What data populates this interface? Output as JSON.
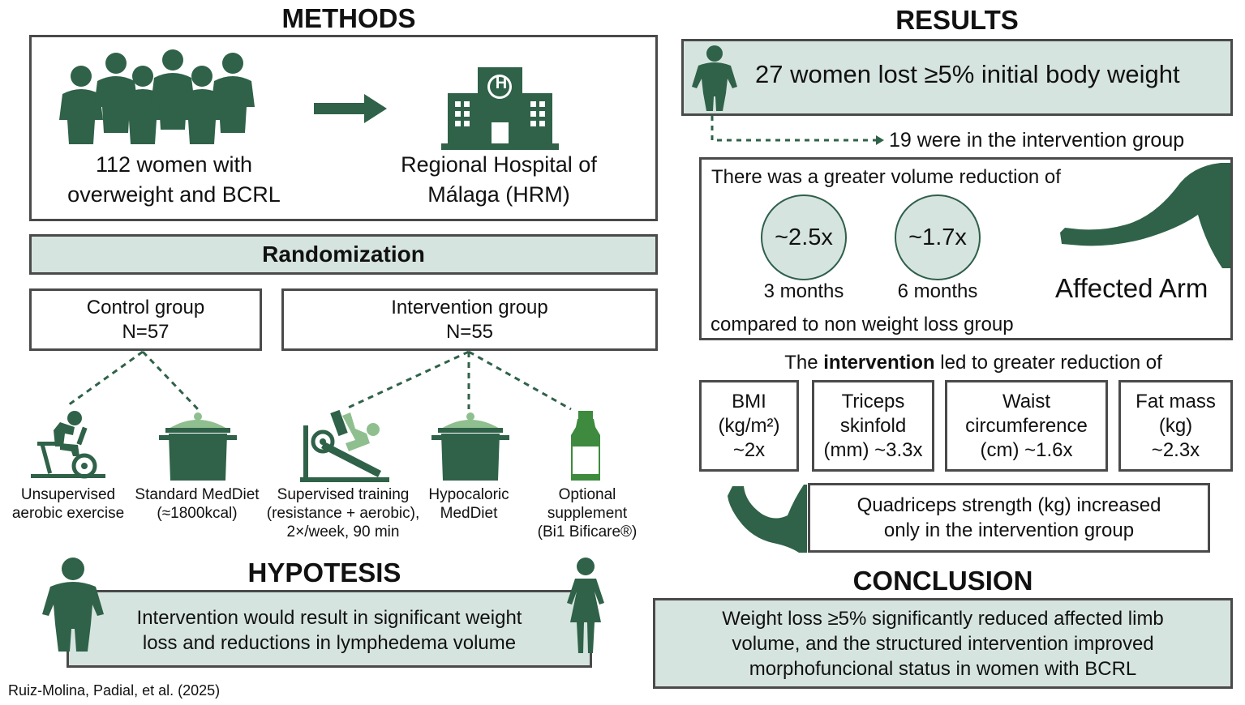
{
  "methods": {
    "title": "METHODS",
    "women_line1": "112 women with",
    "women_line2": "overweight and BCRL",
    "hospital_line1": "Regional Hospital of",
    "hospital_line2": "Málaga (HRM)",
    "hospital_letter": "H",
    "randomization": "Randomization",
    "control": {
      "line1": "Control group",
      "line2": "N=57"
    },
    "intervention": {
      "line1": "Intervention group",
      "line2": "N=55"
    },
    "items": [
      {
        "icon": "stationary-bike-icon",
        "lines": [
          "Unsupervised",
          "aerobic exercise"
        ]
      },
      {
        "icon": "cooking-pot-icon",
        "lines": [
          "Standard MedDiet",
          "(≈1800kcal)"
        ]
      },
      {
        "icon": "leg-press-icon",
        "lines": [
          "Supervised training",
          "(resistance + aerobic),",
          "2×/week, 90 min"
        ]
      },
      {
        "icon": "cooking-pot-icon",
        "lines": [
          "Hypocaloric",
          "MedDiet"
        ]
      },
      {
        "icon": "supplement-bottle-icon",
        "lines": [
          "Optional",
          "supplement",
          "(Bi1 Bificare®)"
        ]
      }
    ]
  },
  "hypothesis": {
    "title": "HYPOTESIS",
    "line1": "Intervention would result in significant weight",
    "line2": "loss and reductions in lymphedema volume"
  },
  "citation": "Ruiz-Molina, Padial, et al. (2025)",
  "results": {
    "title": "RESULTS",
    "headline": "27 women lost ≥5% initial body weight",
    "sub": "19 were in the intervention group",
    "volume_intro": "There was a greater volume reduction of",
    "circle1": "~2.5x",
    "circle1_label": "3 months",
    "circle2": "~1.7x",
    "circle2_label": "6 months",
    "arm_label": "Affected Arm",
    "compared": "compared to non weight loss group",
    "reduction_pre": "The ",
    "reduction_bold": "intervention",
    "reduction_post": " led to greater reduction of",
    "metrics": [
      {
        "lines": [
          "BMI",
          "(kg/m²)",
          "~2x"
        ]
      },
      {
        "lines": [
          "Triceps",
          "skinfold",
          "(mm) ~3.3x"
        ]
      },
      {
        "lines": [
          "Waist",
          "circumference",
          "(cm) ~1.6x"
        ]
      },
      {
        "lines": [
          "Fat mass",
          "(kg)",
          "~2.3x"
        ]
      }
    ],
    "quad_line1": "Quadriceps strength (kg) increased",
    "quad_line2": "only in the intervention group"
  },
  "conclusion": {
    "title": "CONCLUSION",
    "line1": "Weight loss ≥5% significantly reduced affected limb",
    "line2": "volume, and the structured intervention improved",
    "line3": "morphofuncional status in women with BCRL"
  },
  "colors": {
    "accent_green": "#2f6248",
    "tint": "#d6e4e0",
    "border": "#4a4a4a"
  }
}
